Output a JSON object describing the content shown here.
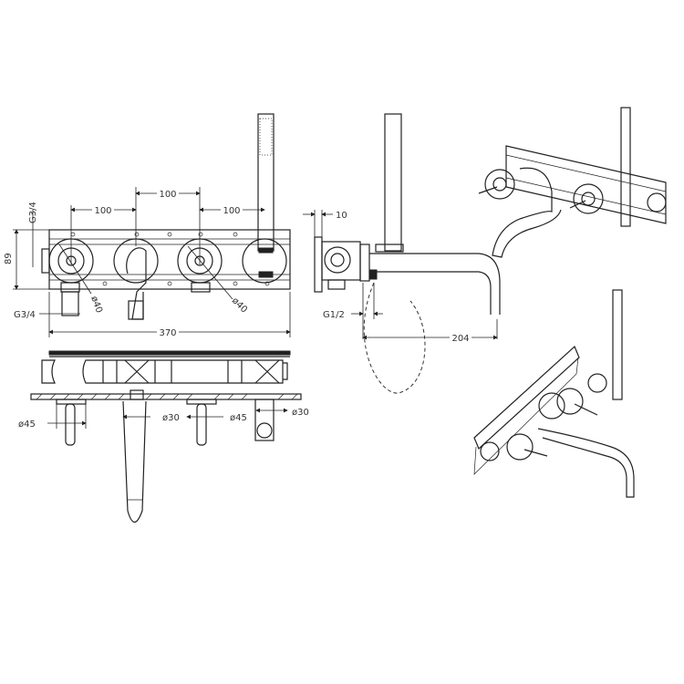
{
  "front_view": {
    "dim_spacing_1": "100",
    "dim_spacing_2": "100",
    "dim_spacing_3": "100",
    "dim_height": "89",
    "dim_inlet_top": "G3/4",
    "dim_inlet_bottom": "G3/4",
    "dim_handle_left": "ø40",
    "dim_handle_right": "ø40",
    "dim_total_width": "370"
  },
  "side_view": {
    "dim_depth": "10",
    "dim_outlet": "G1/2",
    "dim_spout_length": "204"
  },
  "top_view": {
    "dim_rosette_left": "ø45",
    "dim_spout_base": "ø30",
    "dim_rosette_right": "ø45",
    "dim_holder_base": "ø30"
  }
}
